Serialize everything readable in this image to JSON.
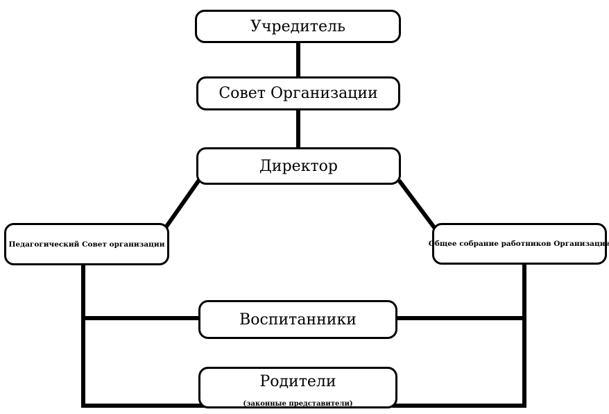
{
  "nodes": {
    "founder": "Учредитель",
    "council": "Совет Организации",
    "director": "Директор",
    "pedagogical_council": "Педагогический Совет организации",
    "staff_meeting": "Общее собрание работников Организации",
    "pupils": "Воспитанники",
    "parents": "Родители",
    "parents_note": "(законные представители)"
  },
  "colors": {
    "stroke": "#000000",
    "background": "#ffffff"
  }
}
